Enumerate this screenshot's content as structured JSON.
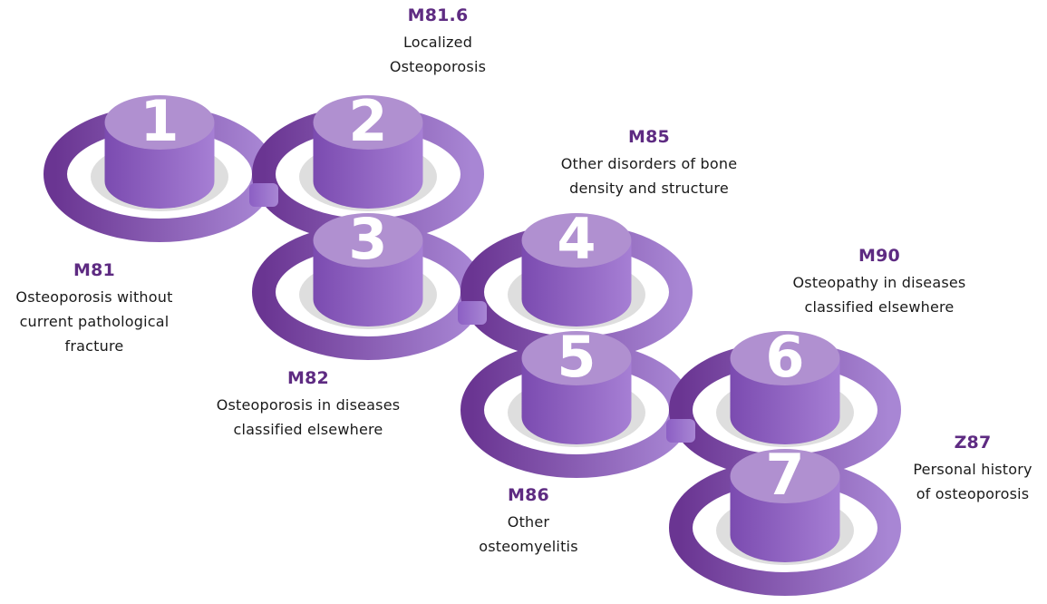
{
  "colors": {
    "ring_dark": "#6a3592",
    "ring_light": "#a886d4",
    "cylinder_top": "#b090d0",
    "cylinder_dark": "#7e4fb2",
    "cylinder_light": "#a47bd2",
    "base_shadow": "#dedede",
    "code_text": "#5e2b82",
    "desc_text": "#1a1a1a"
  },
  "steps": [
    {
      "number": "1",
      "code": "M81",
      "description": "Osteoporosis without\ncurrent pathological\nfracture"
    },
    {
      "number": "2",
      "code": "M81.6",
      "description": "Localized\nOsteoporosis"
    },
    {
      "number": "3",
      "code": "M82",
      "description": "Osteoporosis in diseases\nclassified elsewhere"
    },
    {
      "number": "4",
      "code": "M85",
      "description": "Other disorders of bone\ndensity and structure"
    },
    {
      "number": "5",
      "code": "M86",
      "description": "Other\nosteomyelitis"
    },
    {
      "number": "6",
      "code": "M90",
      "description": "Osteopathy in diseases\nclassified elsewhere"
    },
    {
      "number": "7",
      "code": "Z87",
      "description": "Personal history\nof osteoporosis"
    }
  ]
}
